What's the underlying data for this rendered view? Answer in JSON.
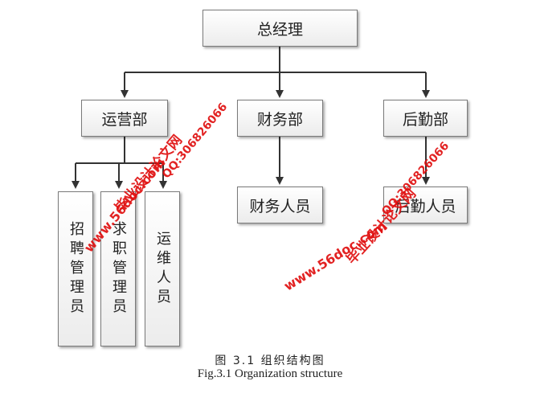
{
  "org_chart": {
    "root": {
      "label": "总经理"
    },
    "departments": [
      {
        "label": "运营部",
        "children": [
          "招聘管理员",
          "求职管理员",
          "运维人员"
        ]
      },
      {
        "label": "财务部",
        "children": [
          "财务人员"
        ]
      },
      {
        "label": "后勤部",
        "children": [
          "后勤人员"
        ]
      }
    ]
  },
  "caption": {
    "chinese": "图 3.1 组织结构图",
    "english": "Fig.3.1 Organization structure"
  },
  "watermarks": [
    {
      "site": "www.56doc.com",
      "title": "毕业设计论文网",
      "qq": "QQ:306826066"
    },
    {
      "site": "www.56doc.com",
      "title": "毕业设计论文网",
      "qq": "QQ:306826066"
    }
  ],
  "colors": {
    "watermark": "#e01010",
    "box_border": "#7a7a7a",
    "connector": "#333333"
  }
}
